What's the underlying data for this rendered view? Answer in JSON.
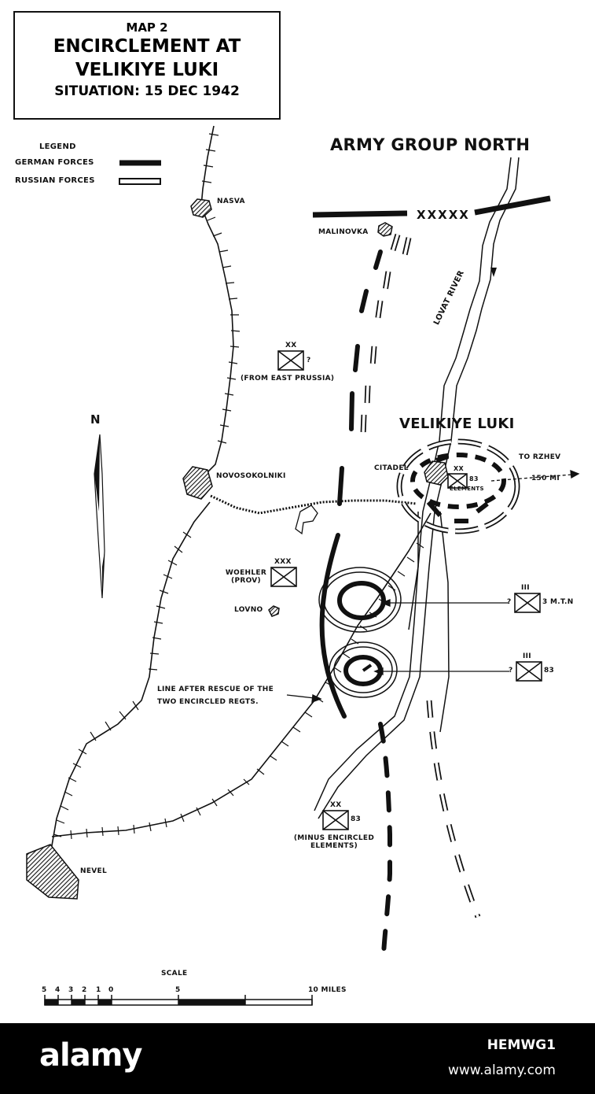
{
  "title": {
    "line1": "MAP 2",
    "line2": "ENCIRCLEMENT AT",
    "line3": "VELIKIYE LUKI",
    "line4": "SITUATION: 15 DEC 1942"
  },
  "legend": {
    "heading": "LEGEND",
    "german": "GERMAN FORCES",
    "russian": "RUSSIAN FORCES"
  },
  "labels": {
    "army_group": "ARMY GROUP NORTH",
    "boundary_marker": "XXXXX",
    "nasva": "NASVA",
    "malinovka": "MALINOVKA",
    "lovat_river": "LOVAT RIVER",
    "unit_east_prussia_echelon": "XX",
    "unit_east_prussia_mark": "?",
    "unit_east_prussia": "(FROM EAST PRUSSIA)",
    "velikiye_luki": "VELIKIYE LUKI",
    "north": "N",
    "citadel": "CITADEL",
    "city_unit_echelon": "XX",
    "city_unit_number": "83",
    "city_unit_elements": "ELEMENTS",
    "to_rzhev": "TO RZHEV",
    "distance": "150 MI",
    "novosokolniki": "NOVOSOKOLNIKI",
    "woehler_echelon": "XXX",
    "woehler_line1": "WOEHLER",
    "woehler_line2": "(PROV)",
    "lovno": "LOVNO",
    "regt_3mtn_echelon": "III",
    "regt_3mtn_mark": "?",
    "regt_3mtn": "3 M.T.N",
    "regt_83_echelon": "III",
    "regt_83_mark": "?",
    "regt_83": "83",
    "rescue_line1": "LINE AFTER RESCUE OF THE",
    "rescue_line2": "TWO ENCIRCLED REGTS.",
    "div83_echelon": "XX",
    "div83_number": "83",
    "div83_line1": "(MINUS ENCIRCLED",
    "div83_line2": "ELEMENTS)",
    "nevel": "NEVEL"
  },
  "scale": {
    "heading": "SCALE",
    "ticks": [
      "5",
      "4",
      "3",
      "2",
      "1",
      "0",
      "5",
      "10 MILES"
    ]
  },
  "watermark": {
    "logo": "alamy",
    "image_id": "HEMWG1",
    "site": "www.alamy.com"
  },
  "colors": {
    "ink": "#111111",
    "paper": "#ffffff",
    "banner": "#000000"
  },
  "icons": [
    "north-arrow-icon",
    "town-hexagon-icon",
    "unit-symbol-icon",
    "railway-icon"
  ]
}
